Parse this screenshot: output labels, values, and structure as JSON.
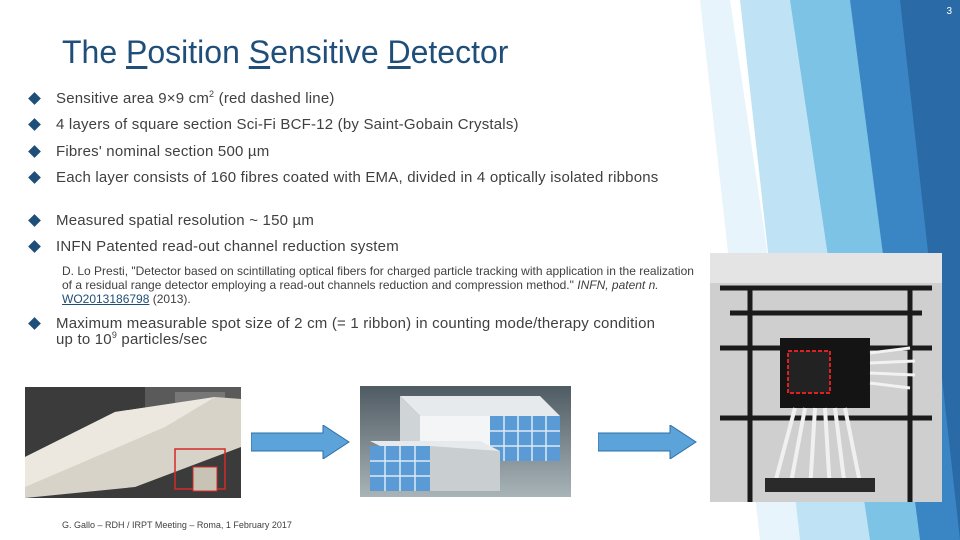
{
  "slide_number": "3",
  "title": {
    "part1": "The ",
    "p_letter": "P",
    "part2": "osition ",
    "s_letter": "S",
    "part3": "ensitive ",
    "d_letter": "D",
    "part4": "etector"
  },
  "bullets": [
    {
      "text_before": "Sensitive area 9×9 cm",
      "sup": "2",
      "text_after": " (red dashed line)"
    },
    {
      "text": "4 layers of square section Sci-Fi BCF-12 (by Saint-Gobain Crystals)"
    },
    {
      "text": "Fibres' nominal section 500 µm"
    },
    {
      "text": "Each layer consists of 160 fibres coated with EMA, divided in 4 optically isolated ribbons"
    },
    {
      "text": "Measured spatial resolution ~ 150 µm"
    },
    {
      "text": "INFN Patented read-out channel reduction system"
    }
  ],
  "reference": {
    "text_main": "D. Lo Presti, \"Detector based on scintillating optical fibers for charged particle tracking with application in the realization of a residual range detector employing a read-out channels reduction and compression method.\" ",
    "italic": "INFN, patent n. ",
    "link": "WO2013186798",
    "tail": " (2013)."
  },
  "last_bullet": {
    "text_before": "Maximum measurable spot size of 2 cm (= 1 ribbon) in counting mode/therapy condition up to 10",
    "sup": "9",
    "text_after": " particles/sec"
  },
  "footer": "G. Gallo – RDH / IRPT Meeting – Roma, 1 February 2017",
  "colors": {
    "accent": "#1f4e79",
    "arrow": "#5ba3d9",
    "deco_light": "#9fd4ee",
    "deco_dark": "#2e6fa7"
  }
}
